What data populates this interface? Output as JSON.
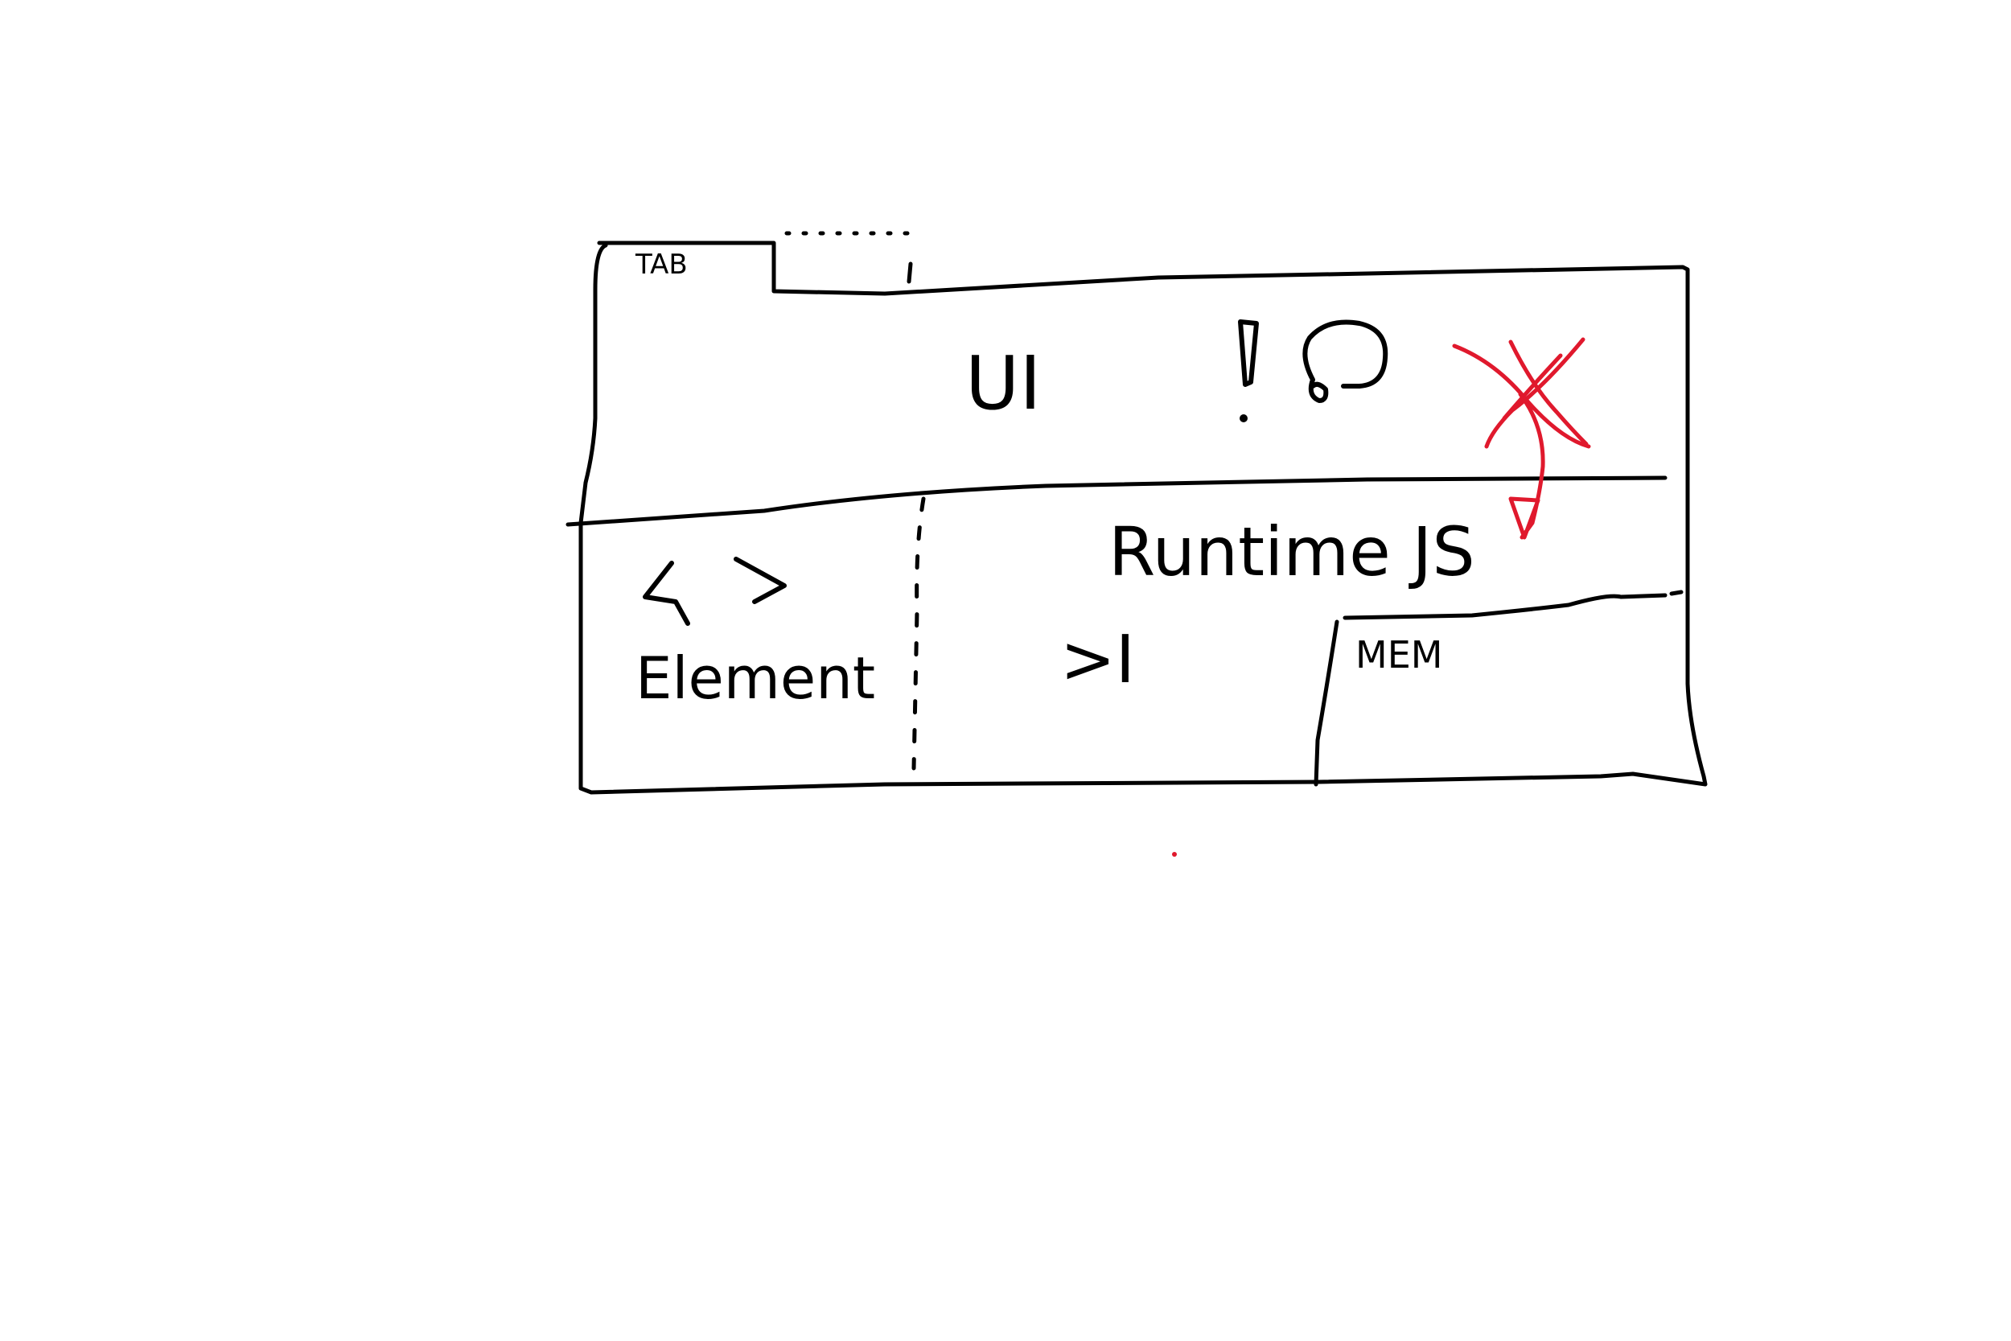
{
  "colors": {
    "ink": "#000000",
    "pen_red": "#e0192d",
    "background": "#ffffff"
  },
  "tab": {
    "label": "TAB"
  },
  "ui_panel": {
    "label": "UI",
    "warning_icon": "exclamation-icon",
    "reload_icon": "refresh-loop-icon",
    "close_icon": "red-cross-icon"
  },
  "element_panel": {
    "icon": "angle-brackets-icon",
    "label": "Element"
  },
  "runtime_panel": {
    "title": "Runtime JS",
    "prompt": ">I"
  },
  "memory_panel": {
    "label": "MEM"
  }
}
